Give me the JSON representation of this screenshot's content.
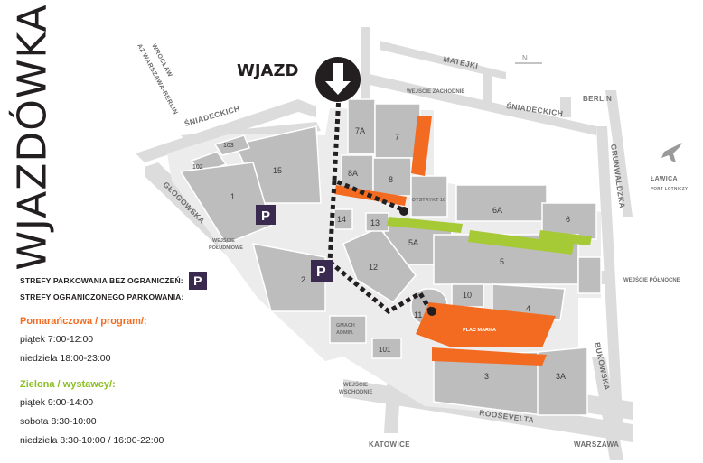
{
  "title": "WJAZDÓWKA",
  "entry_label": "WJAZD",
  "legend": {
    "unlimited": "STREFY PARKOWANIA BEZ OGRANICZEŃ:",
    "limited": "STREFY OGRANICZONEGO PARKOWANIA:",
    "p_symbol": "P",
    "orange_title": "Pomarańczowa / program/:",
    "orange_lines": [
      "piątek 7:00-12:00",
      "niedziela 18:00-23:00"
    ],
    "green_title": "Zielona / wystawcy/:",
    "green_lines": [
      "piątek 9:00-14:00",
      "sobota 8:30-10:00",
      "niedziela 8:30-10:00 / 16:00-22:00"
    ]
  },
  "streets": {
    "matejki": "MATEJKI",
    "sniadeckich_left": "ŚNIADECKICH",
    "sniadeckich_right": "ŚNIADECKICH",
    "glogowska": "GŁOGOWSKA",
    "grunwaldzka": "GRUNWALDZKA",
    "bukowska": "BUKOWSKA",
    "roosevelta": "ROOSEVELTA",
    "wroclaw": "WROCŁAW",
    "a2": "A2 WARSZAWA-BERLIN",
    "berlin": "BERLIN",
    "lawica": "ŁAWICA",
    "port_lotniczy": "PORT LOTNICZY",
    "katowice": "KATOWICE",
    "warszawa": "WARSZAWA"
  },
  "entrances": {
    "zachodnie": "WEJŚCIE ZACHODNIE",
    "polnocne": "WEJŚCIE PÓŁNOCNE",
    "poludniowe_1": "WEJŚCIE",
    "poludniowe_2": "POŁUDNIOWE",
    "wschodnie_1": "WEJŚCIE",
    "wschodnie_2": "WSCHODNIE"
  },
  "compass": "N",
  "buildings": {
    "b1": "1",
    "b2": "2",
    "b3": "3",
    "b3a": "3A",
    "b4": "4",
    "b5": "5",
    "b5a": "5A",
    "b6": "6",
    "b6a": "6A",
    "b7": "7",
    "b7a": "7A",
    "b8": "8",
    "b8a": "8A",
    "b10": "10",
    "b11": "11",
    "b12": "12",
    "b13": "13",
    "b14": "14",
    "b15": "15",
    "b101": "101",
    "b102": "102",
    "b103": "103",
    "gmach_1": "GMACH",
    "gmach_2": "ADMIN.",
    "dystrykt": "DYSTRYKT 10",
    "plac": "PLAC MARKA"
  },
  "parking_symbol": "P",
  "colors": {
    "orange": "#f26b21",
    "green": "#a6c936",
    "road": "#d4d4d4",
    "building": "#bdbdbd",
    "parking": "#3b2a4f",
    "dark": "#231f20"
  }
}
